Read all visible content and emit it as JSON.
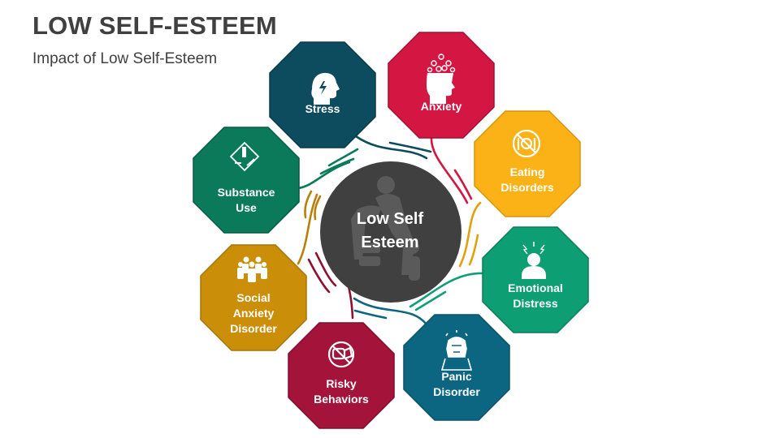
{
  "header": {
    "title": "LOW SELF-ESTEEM",
    "subtitle": "Impact of Low Self-Esteem"
  },
  "center": {
    "label": "Low Self\nEsteem",
    "color": "#404040",
    "icon": "person-consoling-icon"
  },
  "nodes": [
    {
      "id": "stress",
      "label": "Stress",
      "color": "#0D4B5E",
      "icon": "head-lightning-icon"
    },
    {
      "id": "anxiety",
      "label": "Anxiety",
      "color": "#D31642",
      "icon": "head-spirals-icon"
    },
    {
      "id": "eating-disorders",
      "label": "Eating\nDisorders",
      "color": "#FBB216",
      "icon": "no-eating-icon"
    },
    {
      "id": "emotional-distress",
      "label": "Emotional\nDistress",
      "color": "#0E9E74",
      "icon": "distressed-person-icon"
    },
    {
      "id": "panic-disorder",
      "label": "Panic\nDisorder",
      "color": "#0C6682",
      "icon": "panicking-person-icon"
    },
    {
      "id": "risky-behaviors",
      "label": "Risky\nBehaviors",
      "color": "#A3133A",
      "icon": "no-fist-icon"
    },
    {
      "id": "social-anxiety-disorder",
      "label": "Social\nAnxiety\nDisorder",
      "color": "#CB8E08",
      "icon": "crowd-questions-icon"
    },
    {
      "id": "substance-use",
      "label": "Substance\nUse",
      "color": "#0B7A5A",
      "icon": "substance-warning-icon"
    }
  ]
}
